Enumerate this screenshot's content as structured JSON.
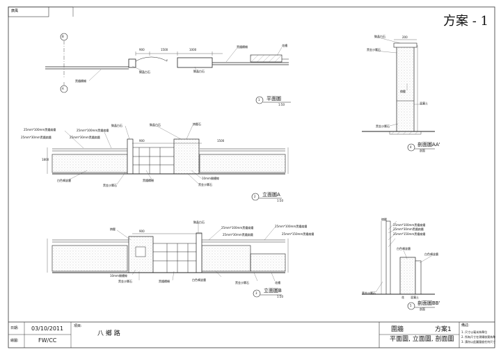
{
  "sheet": {
    "title": "方案 - 1",
    "remark_cell": "廣風"
  },
  "plan": {
    "label": "平面圖",
    "num": "1",
    "scale": "1:50",
    "section_b": "B",
    "section_a": "A",
    "dims": [
      "900",
      "1500",
      "1000"
    ],
    "notes": {
      "stone": "黝晶白石",
      "iron_rail": "黑鐵欄柵",
      "iron_rail2": "黑鐵欄柵",
      "flower": "花槽"
    }
  },
  "elevA": {
    "label": "立面圖A",
    "num": "2",
    "scale": "1:50",
    "notes": {
      "n1": "25mm*100mm黑鐵扁鐵",
      "n2": "25mm*100mm黑鐵扁鐵",
      "n3": "25mm*30mm黑鐵扁鐵",
      "n4": "25mm*30mm黑鐵扁鐵",
      "stone_top": "黝晶白石",
      "gravel_a": "黝晶白石",
      "lattice": "擠壓石",
      "paint": "白色噴塗牆",
      "iron_gate": "黑鐵欄柵",
      "gravel": "黑金沙響石",
      "gap": "10mm開槽線",
      "gravel2": "黑金沙響石"
    },
    "dims": [
      "900",
      "1500",
      "1800"
    ]
  },
  "elevB": {
    "label": "立面圖B",
    "num": "3",
    "scale": "1:50",
    "notes": {
      "lattice": "擠壓",
      "stone": "黝晶白石",
      "n1": "25mm*100mm黑鐵扁鐵",
      "n2": "25mm*30mm黑鐵扁鐵",
      "n3": "25mm*100mm黑鐵扁鐵",
      "n4": "25mm*150mm黑鐵扁鐵",
      "gap": "10mm開槽線",
      "gravel": "黑金沙響石",
      "iron_gate": "黑鐵欄柵",
      "paint": "白色噴塗牆",
      "gravel2": "黑金沙響石",
      "flower": "花槽"
    },
    "dims": [
      "900"
    ]
  },
  "secAA": {
    "label": "剖面圖AA'",
    "sub": "剖面",
    "num": "4",
    "notes": {
      "stone": "黝晶白石",
      "gravel": "黑金沙響石",
      "lattice": "擠壓",
      "concrete": "混凝土"
    },
    "dim": "200"
  },
  "secBB": {
    "label": "剖面圖BB'",
    "sub": "剖面",
    "num": "5",
    "notes": {
      "lattice": "擠壓",
      "n1": "25mm*100mm黑鐵扁鐵",
      "n2": "25mm*30mm黑鐵扁鐵",
      "n3": "25mm*150mm黑鐵扁鐵",
      "paint": "白色噴塗牆",
      "paint2": "白色噴塗牆",
      "gravel": "黑金沙響石",
      "flower": "花",
      "concrete": "混凝土"
    }
  },
  "titleblock": {
    "date_label": "日期:",
    "date": "03/10/2011",
    "drawn_label": "繪圖:",
    "drawn": "FW/CC",
    "project_label": "項目:",
    "project": "八 鄉 路",
    "drawing_title1": "圍牆",
    "drawing_scheme": "方案1",
    "drawing_title2": "平面圖, 立面圖, 剖面圖",
    "notes_label": "備註:",
    "notes": [
      "1. 尺寸以毫米為單位",
      "2. 所有尺寸在現場核實為準",
      "3. 請勿以此圖量度任何尺寸"
    ]
  }
}
